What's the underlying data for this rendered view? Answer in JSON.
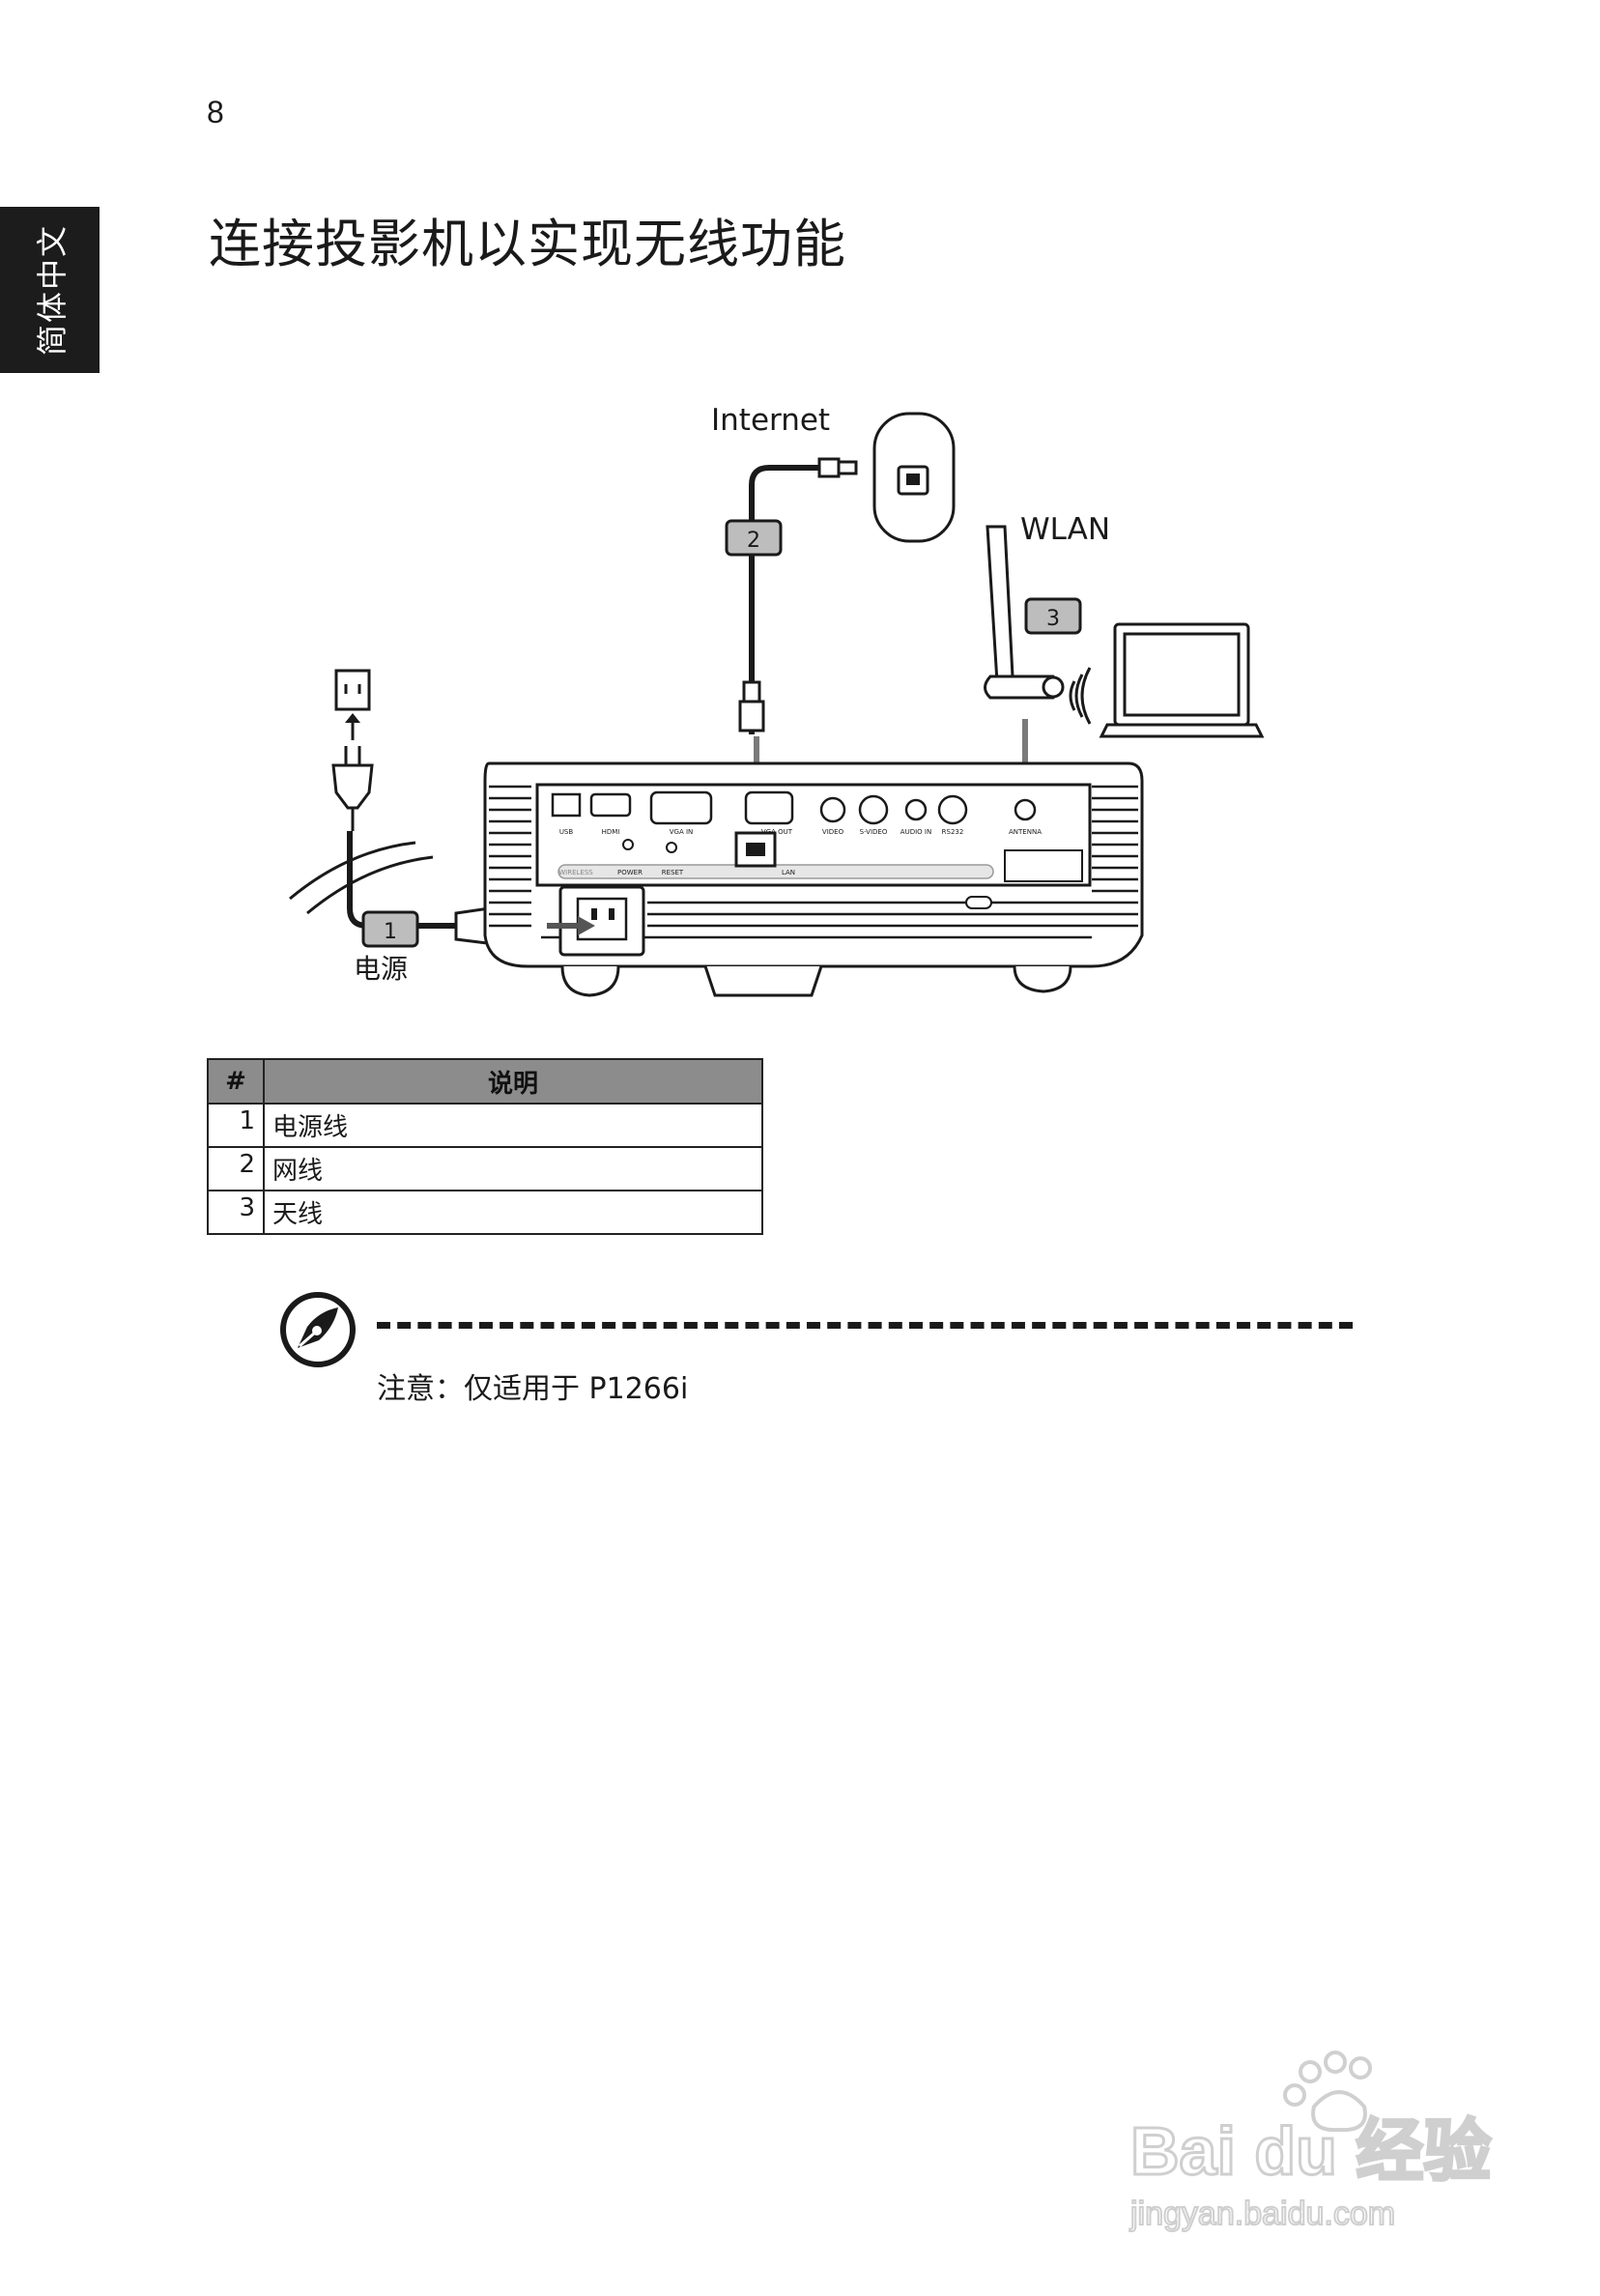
{
  "page": {
    "number": "8",
    "title": "连接投影机以实现无线功能",
    "side_tab": "简体中文"
  },
  "diagram": {
    "labels": {
      "internet": "Internet",
      "wlan": "WLAN",
      "power": "电源"
    },
    "callouts": [
      "1",
      "2",
      "3"
    ],
    "ports": {
      "usb": "USB",
      "hdmi": "HDMI",
      "vga_in": "VGA IN",
      "vga_out": "VGA OUT",
      "video": "VIDEO",
      "s_video": "S-VIDEO",
      "audio_in": "AUDIO IN",
      "rs232": "RS232",
      "antenna": "ANTENNA",
      "wireless": "WIRELESS",
      "power": "POWER",
      "reset": "RESET",
      "lan": "LAN"
    }
  },
  "table": {
    "headers": [
      "#",
      "说明"
    ],
    "rows": [
      {
        "num": "1",
        "desc": "电源线"
      },
      {
        "num": "2",
        "desc": "网线"
      },
      {
        "num": "3",
        "desc": "天线"
      }
    ]
  },
  "note": {
    "text": "注意：仅适用于 P1266i",
    "icon": "pen-nib-icon"
  },
  "watermark": {
    "brand": "Bai du 经验",
    "url": "jingyan.baidu.com"
  },
  "colors": {
    "tab_bg": "#1c1c1c",
    "header_bg": "#8c8c8c",
    "callout_bg": "#bdbdbd"
  }
}
